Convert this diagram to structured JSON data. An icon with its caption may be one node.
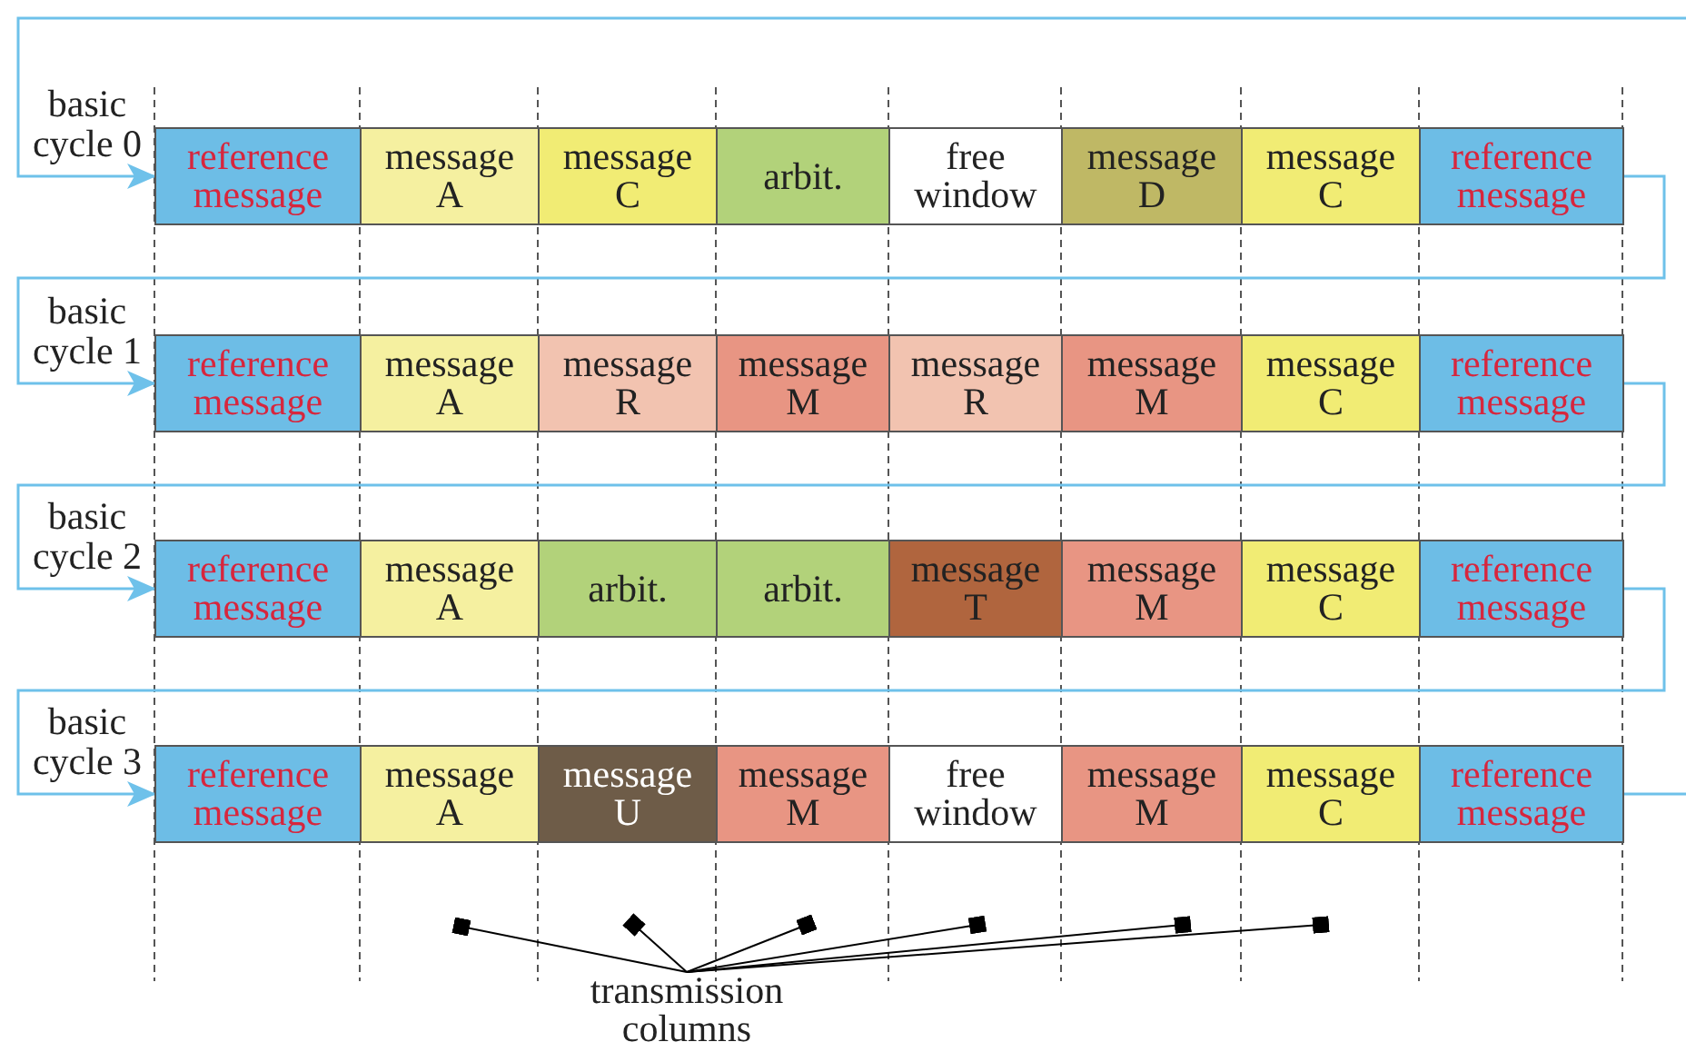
{
  "diagram": {
    "nodes": [
      {
        "text": [
          "reference message"
        ],
        "beside": [
          "basic cycle 0"
        ]
      },
      {
        "text": [
          "message A"
        ]
      },
      {
        "text": [
          "message C"
        ]
      },
      {
        "text": [
          "arbit."
        ]
      },
      {
        "text": [
          "free window"
        ]
      },
      {
        "text": [
          "message D"
        ]
      },
      {
        "text": [
          "message C"
        ]
      },
      {
        "text": [
          "reference message"
        ]
      },
      {
        "text": [
          "reference message"
        ],
        "beside": [
          "basic cycle 1"
        ]
      },
      {
        "text": [
          "message A"
        ]
      },
      {
        "text": [
          "message R"
        ]
      },
      {
        "text": [
          "message M"
        ]
      },
      {
        "text": [
          "message R"
        ]
      },
      {
        "text": [
          "message M"
        ]
      },
      {
        "text": [
          "message C"
        ]
      },
      {
        "text": [
          "reference message"
        ]
      },
      {
        "text": [
          "reference message"
        ],
        "beside": [
          "basic cycle 2"
        ]
      },
      {
        "text": [
          "message A"
        ]
      },
      {
        "text": [
          "arbit."
        ]
      },
      {
        "text": [
          "arbit."
        ]
      },
      {
        "text": [
          "message T"
        ]
      },
      {
        "text": [
          "message M"
        ]
      },
      {
        "text": [
          "message C"
        ]
      },
      {
        "text": [
          "reference message"
        ]
      },
      {
        "text": [
          "reference message"
        ],
        "beside": [
          "basic cycle 3"
        ]
      },
      {
        "text": [
          "message A"
        ]
      },
      {
        "text": [
          "message U"
        ]
      },
      {
        "text": [
          "message M"
        ]
      },
      {
        "text": [
          "free window"
        ]
      },
      {
        "text": [
          "message M"
        ]
      },
      {
        "text": [
          "message C"
        ]
      },
      {
        "text": [
          "reference message"
        ]
      },
      {
        "text": [
          "transmission columns"
        ]
      }
    ],
    "edges": [
      {
        "from": null,
        "to": 0,
        "arrow": "to",
        "color": "#6ec1ea"
      },
      {
        "from": 7,
        "to": 8,
        "arrow": "to",
        "color": "#6ec1ea"
      },
      {
        "from": 15,
        "to": 16,
        "arrow": "to",
        "color": "#6ec1ea"
      },
      {
        "from": 23,
        "to": 24,
        "arrow": "to",
        "color": "#6ec1ea"
      },
      {
        "from": 31,
        "to": null,
        "arrow": "none",
        "color": "#6ec1ea"
      },
      {
        "from": 32,
        "to": null,
        "arrow": "other"
      },
      {
        "from": 32,
        "to": null,
        "arrow": "other"
      },
      {
        "from": 32,
        "to": null,
        "arrow": "other"
      },
      {
        "from": 32,
        "to": null,
        "arrow": "other"
      },
      {
        "from": 32,
        "to": null,
        "arrow": "other"
      },
      {
        "from": 32,
        "to": null,
        "arrow": "other"
      }
    ]
  }
}
